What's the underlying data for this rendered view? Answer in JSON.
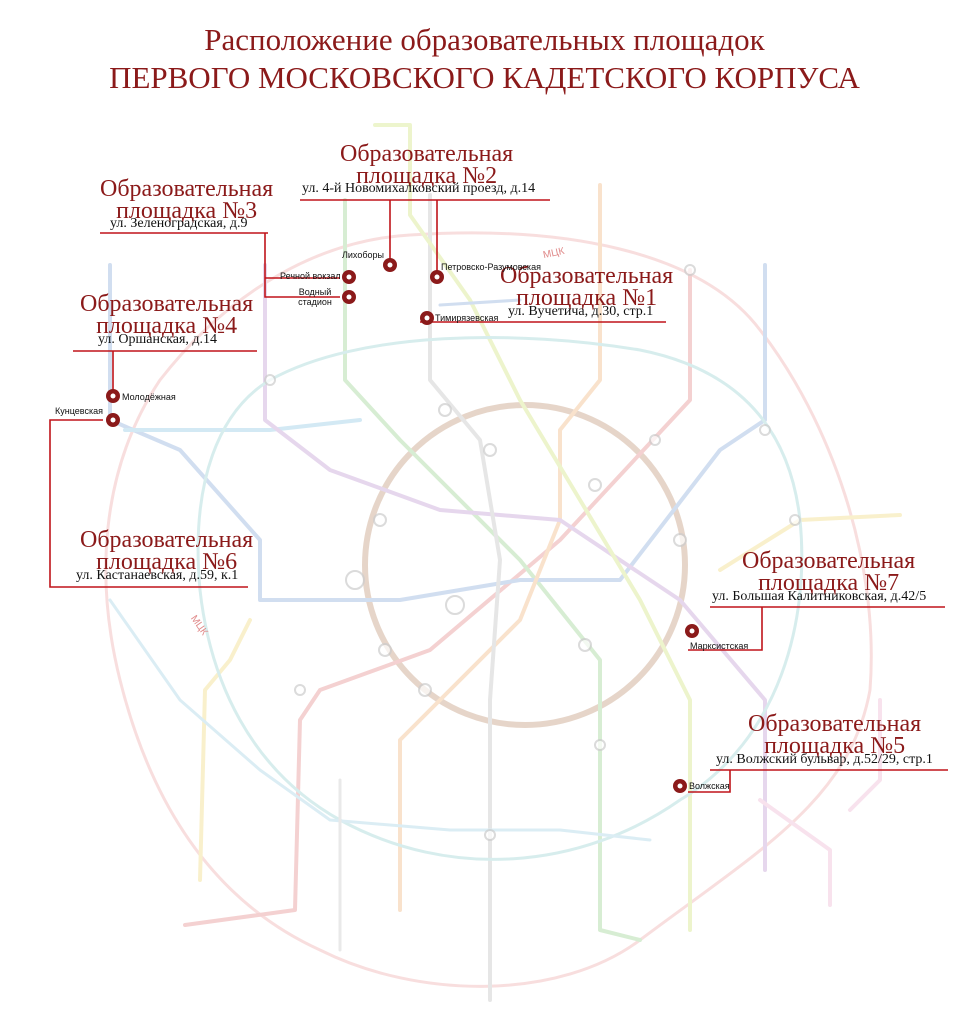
{
  "title": {
    "line1": "Расположение образовательных площадок",
    "line2": "ПЕРВОГО МОСКОВСКОГО КАДЕТСКОГО КОРПУСА"
  },
  "map_labels": {
    "ring_railway": "МЦК"
  },
  "colors": {
    "accent": "#8b1a1a",
    "callout_line": "#c0141a",
    "marker": "#8b1a1a"
  },
  "sites": [
    {
      "id": "site-1",
      "name_line1": "Образовательная",
      "name_line2": "площадка №1",
      "address": "ул. Вучетича, д.30, стр.1",
      "stations": [
        "Тимирязевская",
        "Петровско-Разумовская"
      ]
    },
    {
      "id": "site-2",
      "name_line1": "Образовательная",
      "name_line2": "площадка №2",
      "address": "ул. 4-й Новомихалковский проезд, д.14",
      "stations": [
        "Лихоборы"
      ]
    },
    {
      "id": "site-3",
      "name_line1": "Образовательная",
      "name_line2": "площадка №3",
      "address": "ул. Зеленоградская, д.9",
      "stations": [
        "Речной вокзал",
        "Водный стадион"
      ]
    },
    {
      "id": "site-4",
      "name_line1": "Образовательная",
      "name_line2": "площадка №4",
      "address": "ул. Оршанская, д.14",
      "stations": [
        "Молодёжная"
      ]
    },
    {
      "id": "site-5",
      "name_line1": "Образовательная",
      "name_line2": "площадка №5",
      "address": "ул. Волжский бульвар, д.52/29, стр.1",
      "stations": [
        "Волжская"
      ]
    },
    {
      "id": "site-6",
      "name_line1": "Образовательная",
      "name_line2": "площадка №6",
      "address": "ул. Кастанаевская, д.59, к.1",
      "stations": [
        "Кунцевская"
      ]
    },
    {
      "id": "site-7",
      "name_line1": "Образовательная",
      "name_line2": "площадка №7",
      "address": "ул. Большая Калитниковская, д.42/5",
      "stations": [
        "Марксистская"
      ]
    }
  ]
}
